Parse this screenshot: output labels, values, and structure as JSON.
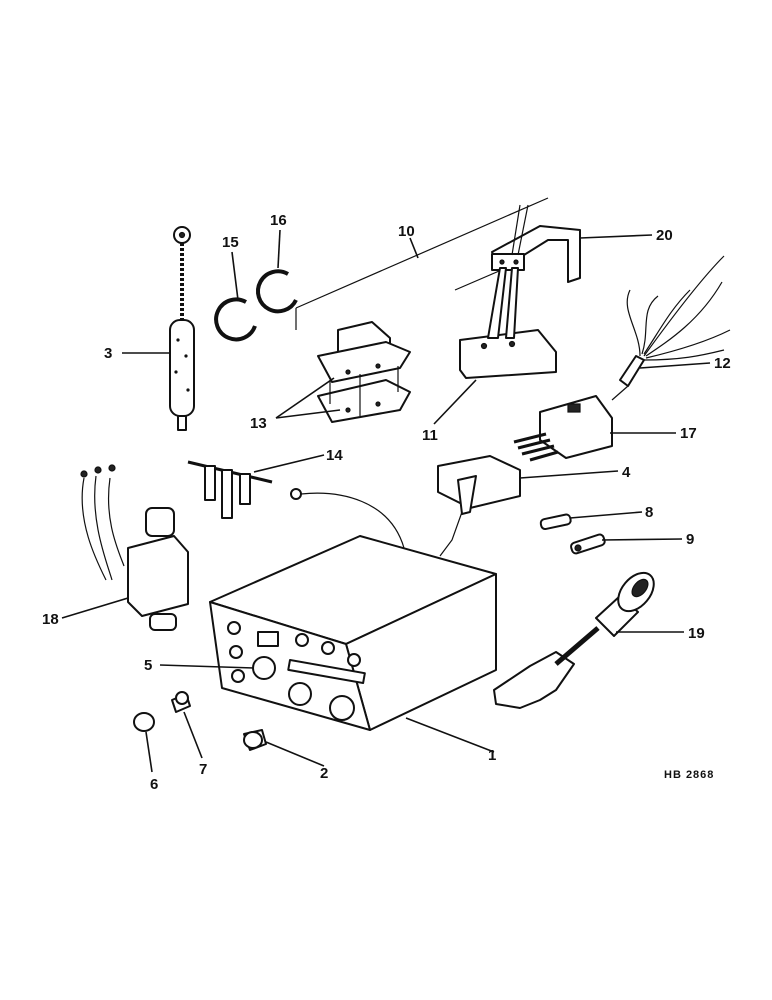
{
  "diagram": {
    "callouts": [
      "1",
      "2",
      "3",
      "4",
      "5",
      "6",
      "7",
      "8",
      "9",
      "10",
      "11",
      "12",
      "13",
      "14",
      "15",
      "16",
      "17",
      "18",
      "19",
      "20"
    ],
    "reference_code": "HB 2868"
  }
}
